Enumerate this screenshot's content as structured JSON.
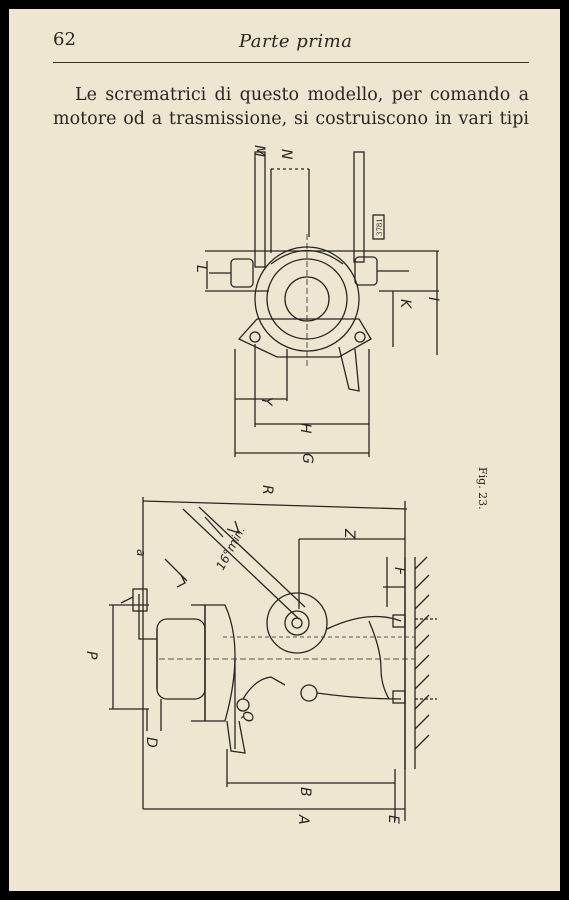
{
  "header": {
    "page_number": "62",
    "running_title": "Parte prima"
  },
  "body": {
    "lines": [
      "Le scrematrici di questo modello, per comando a",
      "motore od a trasmissione, si costruiscono in vari tipi"
    ]
  },
  "figure": {
    "caption": "Fig. 23.",
    "top_view_labels": [
      "M",
      "N",
      "L",
      "K",
      "I",
      "Y",
      "H",
      "G"
    ],
    "side_view_labels": [
      "R",
      "Z",
      "F",
      "P",
      "Q",
      "D",
      "B",
      "A",
      "E",
      "a",
      "16°min."
    ],
    "stamp": "3781"
  }
}
